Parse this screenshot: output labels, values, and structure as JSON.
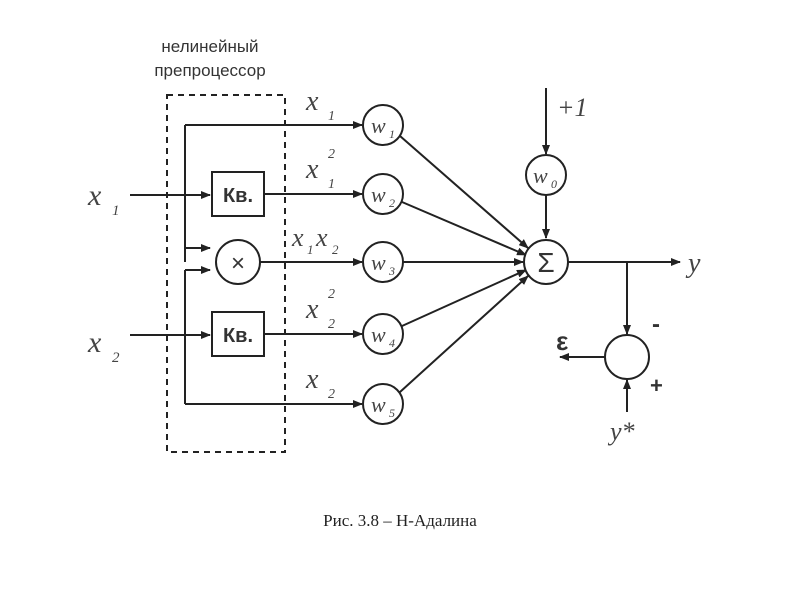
{
  "preprocessor": {
    "line1": "нелинейный",
    "line2": "препроцессор"
  },
  "inputs": {
    "x1": "x",
    "x1_sub": "1",
    "x2": "x",
    "x2_sub": "2"
  },
  "blocks": {
    "square_top": "Кв.",
    "square_bottom": "Кв.",
    "multiply": "×"
  },
  "signals": {
    "s1": "x",
    "s1_sub": "1",
    "s2": "x",
    "s2_sup": "2",
    "s2_sub": "1",
    "s3a": "x",
    "s3a_sub": "1",
    "s3b": "x",
    "s3b_sub": "2",
    "s4": "x",
    "s4_sup": "2",
    "s4_sub": "2",
    "s5": "x",
    "s5_sub": "2"
  },
  "weights": [
    {
      "w": "w",
      "sub": "1"
    },
    {
      "w": "w",
      "sub": "2"
    },
    {
      "w": "w",
      "sub": "3"
    },
    {
      "w": "w",
      "sub": "4"
    },
    {
      "w": "w",
      "sub": "5"
    }
  ],
  "bias": {
    "label": "+1",
    "w": "w",
    "sub": "0"
  },
  "sum": "Σ",
  "output": {
    "y": "y"
  },
  "error": {
    "eps": "ε",
    "minus": "-",
    "plus": "+",
    "target": "y*"
  },
  "caption": "Рис. 3.8 – Н-Адалина"
}
